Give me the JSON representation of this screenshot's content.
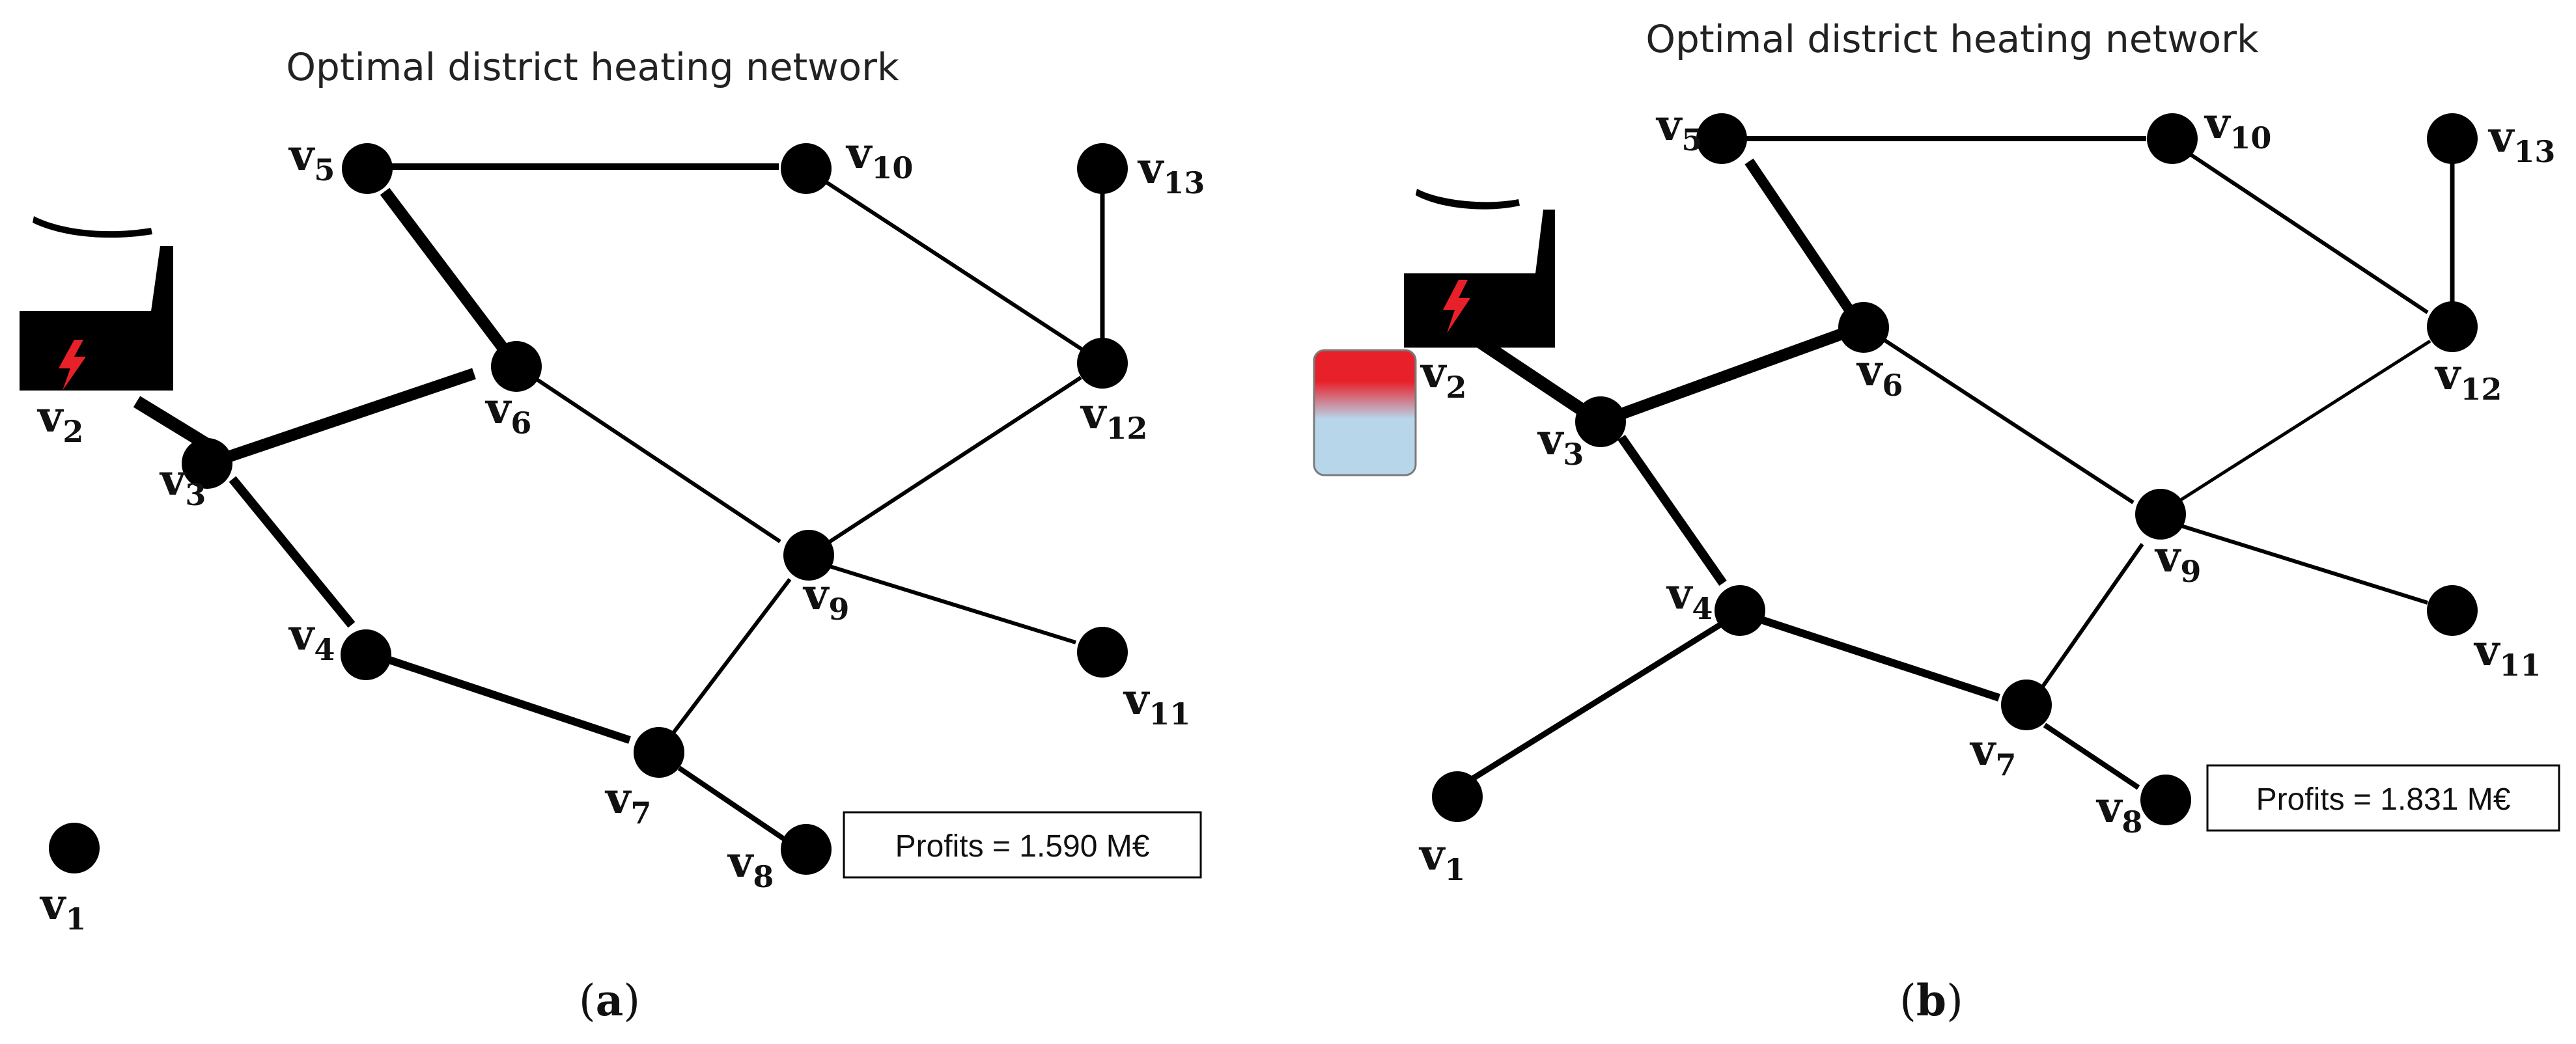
{
  "panels": [
    {
      "title": "Optimal district heating network",
      "label": "a",
      "profits_text": "Profits = 1.590 M€",
      "nodes": [
        {
          "name": "v",
          "sub": "1"
        },
        {
          "name": "v",
          "sub": "2"
        },
        {
          "name": "v",
          "sub": "3"
        },
        {
          "name": "v",
          "sub": "4"
        },
        {
          "name": "v",
          "sub": "5"
        },
        {
          "name": "v",
          "sub": "6"
        },
        {
          "name": "v",
          "sub": "7"
        },
        {
          "name": "v",
          "sub": "8"
        },
        {
          "name": "v",
          "sub": "9"
        },
        {
          "name": "v",
          "sub": "10"
        },
        {
          "name": "v",
          "sub": "11"
        },
        {
          "name": "v",
          "sub": "12"
        },
        {
          "name": "v",
          "sub": "13"
        }
      ],
      "icons": [
        "power-plant-icon"
      ]
    },
    {
      "title": "Optimal district heating network",
      "label": "b",
      "profits_text": "Profits = 1.831 M€",
      "nodes": [
        {
          "name": "v",
          "sub": "1"
        },
        {
          "name": "v",
          "sub": "2"
        },
        {
          "name": "v",
          "sub": "3"
        },
        {
          "name": "v",
          "sub": "4"
        },
        {
          "name": "v",
          "sub": "5"
        },
        {
          "name": "v",
          "sub": "6"
        },
        {
          "name": "v",
          "sub": "7"
        },
        {
          "name": "v",
          "sub": "8"
        },
        {
          "name": "v",
          "sub": "9"
        },
        {
          "name": "v",
          "sub": "10"
        },
        {
          "name": "v",
          "sub": "11"
        },
        {
          "name": "v",
          "sub": "12"
        },
        {
          "name": "v",
          "sub": "13"
        }
      ],
      "icons": [
        "power-plant-icon",
        "thermal-storage-tank-icon"
      ]
    }
  ],
  "colors": {
    "edge": "#000000",
    "node": "#000000",
    "lightning": "#e8202a",
    "storage_hot": "#e8202a",
    "storage_cold": "#b8d6ea"
  }
}
